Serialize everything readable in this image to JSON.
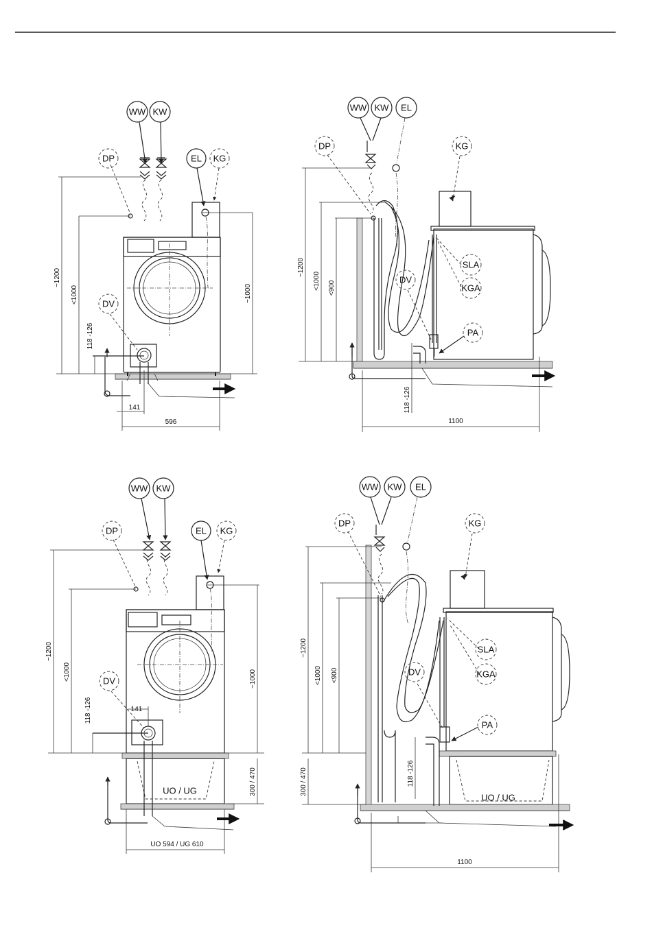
{
  "labels": {
    "ww": "WW",
    "kw": "KW",
    "el": "EL",
    "kg": "KG",
    "dp": "DP",
    "dv": "DV",
    "sla": "SLA",
    "kga": "KGA",
    "pa": "PA",
    "uo_ug": "UO / UG"
  },
  "dimensions": {
    "approx_1200": "~1200",
    "lt_1000": "<1000",
    "range_118_126": "118 -126",
    "approx_1000": "~1000",
    "d141": "141",
    "d596": "596",
    "lt_900": "<900",
    "d1100": "1100",
    "d300_470": "300 / 470",
    "uo594_ug610": "UO 594 / UG  610"
  }
}
